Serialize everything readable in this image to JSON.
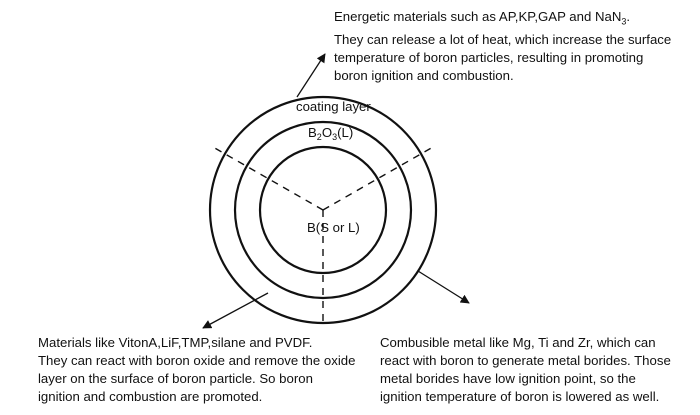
{
  "layers": {
    "coating": "coating layer",
    "oxide": {
      "base": "B",
      "sub1": "2",
      "mid": "O",
      "sub2": "3",
      "tail": "(L)"
    },
    "core": "B(S or L)"
  },
  "notes": {
    "top": {
      "line1": {
        "text": "Energetic materials such as AP,KP,GAP and NaN",
        "sub": "3",
        "end": "."
      },
      "line2": "They can release a lot of heat, which increase the surface",
      "line3": "temperature of boron particles, resulting in promoting",
      "line4": "boron ignition and combustion."
    },
    "left": [
      "Materials like VitonA,LiF,TMP,silane and PVDF.",
      "They can react with boron oxide and remove the oxide",
      "layer on the surface of boron particle. So boron",
      "ignition and combustion are promoted."
    ],
    "right": [
      "Combusible metal like Mg, Ti and Zr, which can",
      "react with boron to generate metal borides. Those",
      "metal borides have low ignition point, so the",
      "ignition temperature of boron is lowered as well."
    ]
  }
}
